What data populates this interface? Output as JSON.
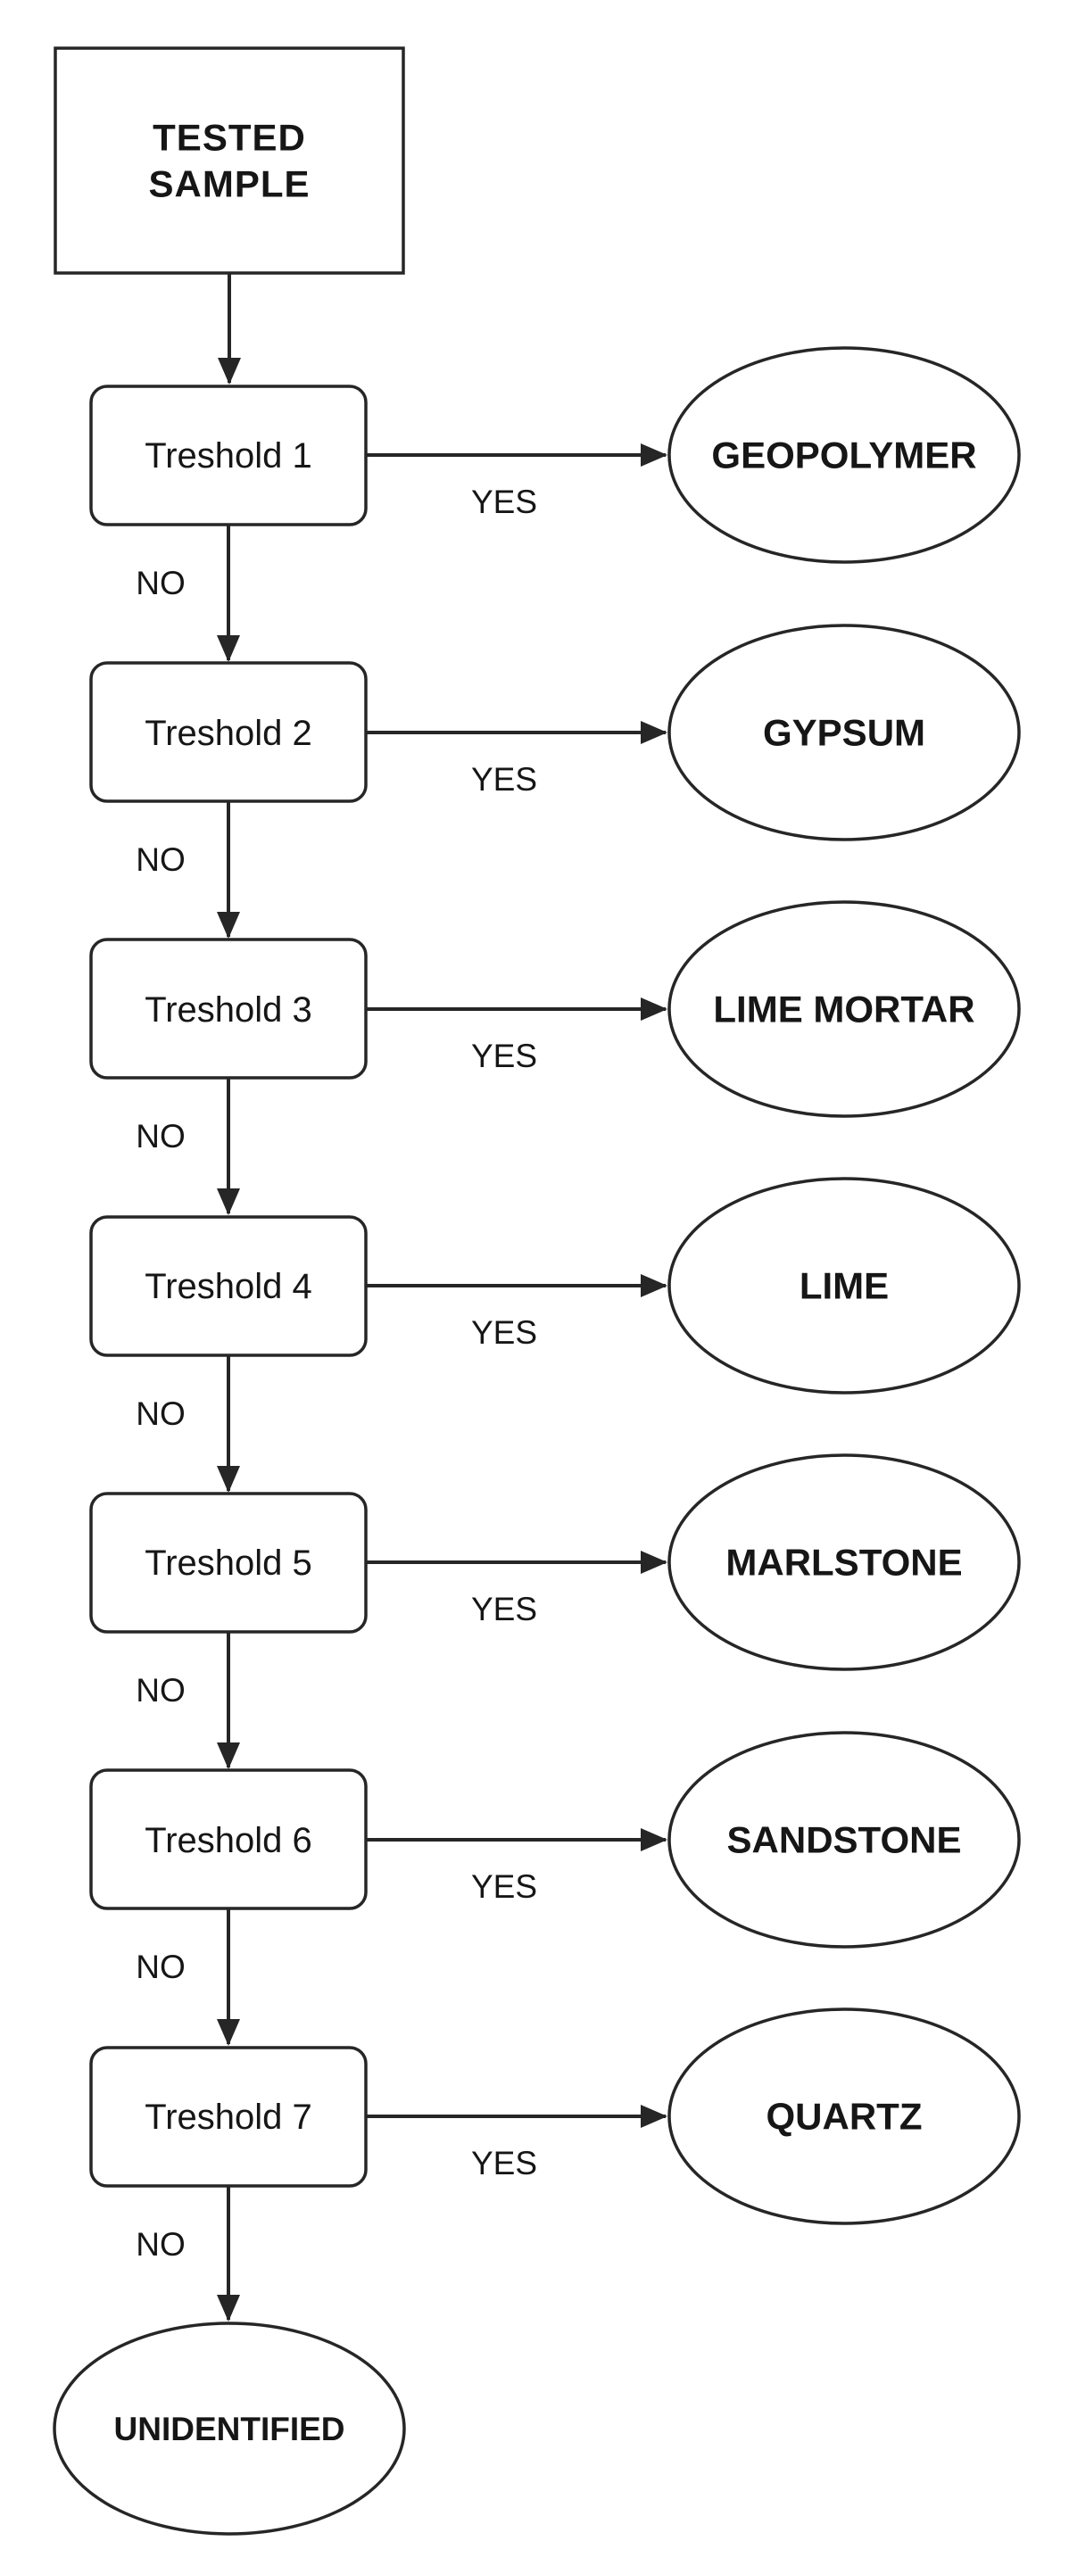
{
  "diagram": {
    "start": {
      "label": "TESTED SAMPLE",
      "label_lines": [
        "TESTED",
        "SAMPLE"
      ]
    },
    "rows": [
      {
        "threshold": "Treshold 1",
        "yes": "YES",
        "no": "NO",
        "result": "GEOPOLYMER"
      },
      {
        "threshold": "Treshold 2",
        "yes": "YES",
        "no": "NO",
        "result": "GYPSUM"
      },
      {
        "threshold": "Treshold 3",
        "yes": "YES",
        "no": "NO",
        "result": "LIME MORTAR"
      },
      {
        "threshold": "Treshold 4",
        "yes": "YES",
        "no": "NO",
        "result": "LIME"
      },
      {
        "threshold": "Treshold 5",
        "yes": "YES",
        "no": "NO",
        "result": "MARLSTONE"
      },
      {
        "threshold": "Treshold 6",
        "yes": "YES",
        "no": "NO",
        "result": "SANDSTONE"
      },
      {
        "threshold": "Treshold 7",
        "yes": "YES",
        "no": "NO",
        "result": "QUARTZ"
      }
    ],
    "fallback": {
      "label": "UNIDENTIFIED"
    },
    "colors": {
      "stroke": "#262626",
      "text": "#161616",
      "background": "#ffffff"
    }
  }
}
